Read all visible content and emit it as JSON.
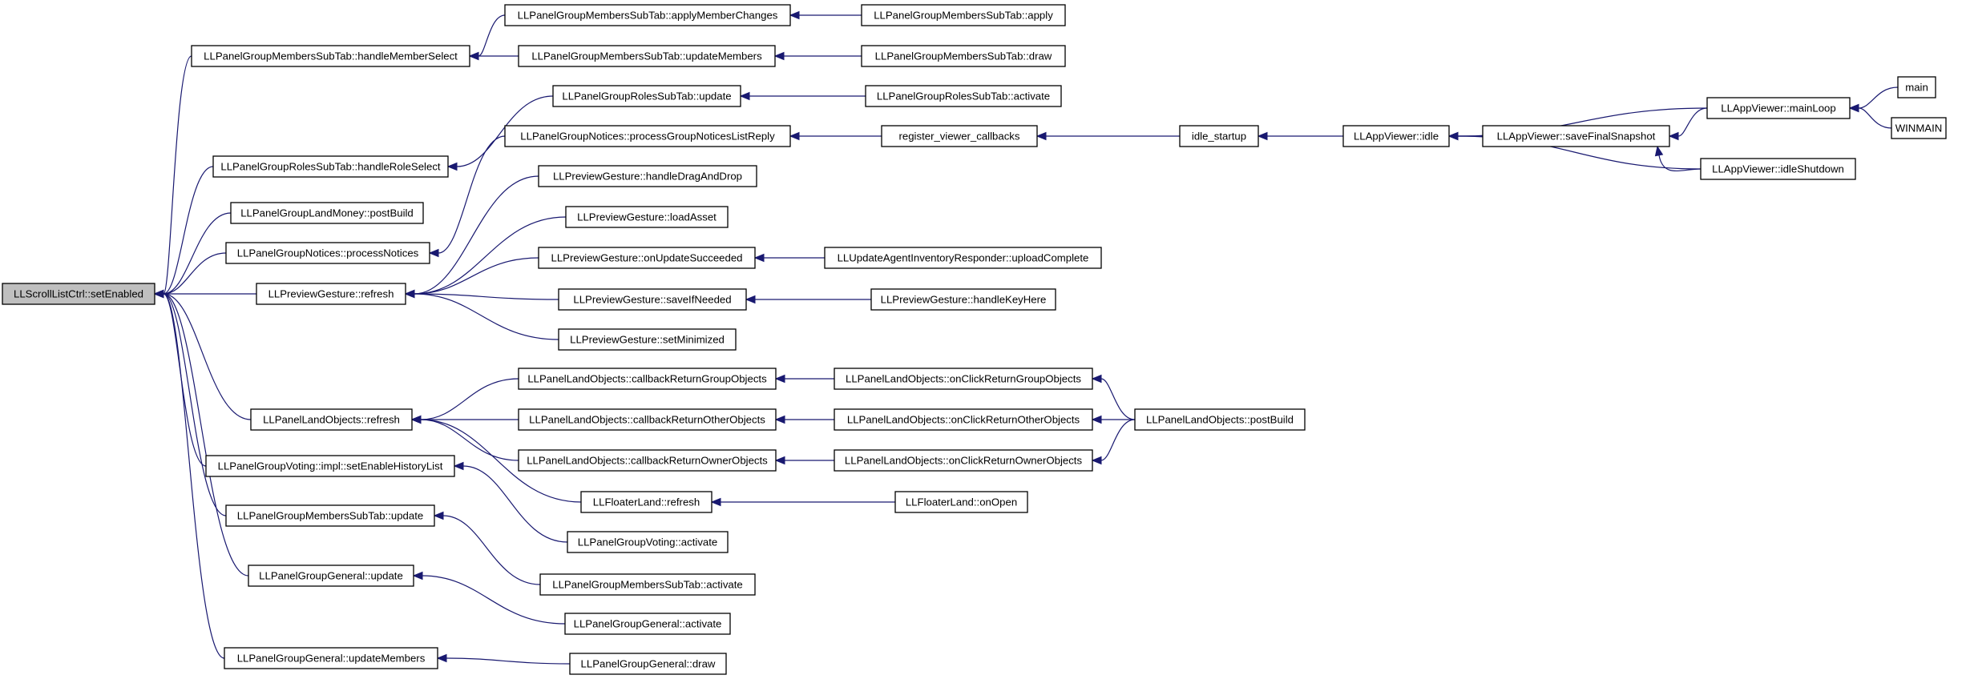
{
  "colors": {
    "edge": "#191970",
    "root_fill": "#bfbfbf",
    "node_fill": "#ffffff",
    "node_border": "#000000"
  },
  "nodes": {
    "n0": "LLScrollListCtrl::setEnabled",
    "n1": "LLPanelGroupMembersSubTab::handleMemberSelect",
    "n2": "LLPanelGroupRolesSubTab::handleRoleSelect",
    "n3": "LLPanelGroupLandMoney::postBuild",
    "n4": "LLPanelGroupNotices::processNotices",
    "n5": "LLPreviewGesture::refresh",
    "n6": "LLPanelLandObjects::refresh",
    "n7": "LLPanelGroupVoting::impl::setEnableHistoryList",
    "n8": "LLPanelGroupMembersSubTab::update",
    "n9": "LLPanelGroupGeneral::update",
    "n10": "LLPanelGroupGeneral::updateMembers",
    "n11": "LLPanelGroupMembersSubTab::applyMemberChanges",
    "n12": "LLPanelGroupMembersSubTab::updateMembers",
    "n13": "LLPanelGroupRolesSubTab::update",
    "n14": "LLPanelGroupNotices::processGroupNoticesListReply",
    "n15": "LLPreviewGesture::handleDragAndDrop",
    "n16": "LLPreviewGesture::loadAsset",
    "n17": "LLPreviewGesture::onUpdateSucceeded",
    "n18": "LLPreviewGesture::saveIfNeeded",
    "n19": "LLPreviewGesture::setMinimized",
    "n20": "LLPanelLandObjects::callbackReturnGroupObjects",
    "n21": "LLPanelLandObjects::callbackReturnOtherObjects",
    "n22": "LLPanelLandObjects::callbackReturnOwnerObjects",
    "n23": "LLFloaterLand::refresh",
    "n24": "LLPanelGroupVoting::activate",
    "n25": "LLPanelGroupMembersSubTab::activate",
    "n26": "LLPanelGroupGeneral::activate",
    "n27": "LLPanelGroupGeneral::draw",
    "n28": "LLPanelGroupMembersSubTab::apply",
    "n29": "LLPanelGroupMembersSubTab::draw",
    "n30": "LLPanelGroupRolesSubTab::activate",
    "n31": "register_viewer_callbacks",
    "n32": "LLUpdateAgentInventoryResponder::uploadComplete",
    "n33": "LLPreviewGesture::handleKeyHere",
    "n34": "LLPanelLandObjects::onClickReturnGroupObjects",
    "n35": "LLPanelLandObjects::onClickReturnOtherObjects",
    "n36": "LLPanelLandObjects::onClickReturnOwnerObjects",
    "n37": "LLFloaterLand::onOpen",
    "n38": "idle_startup",
    "n39": "LLPanelLandObjects::postBuild",
    "n40": "LLAppViewer::idle",
    "n41": "LLAppViewer::saveFinalSnapshot",
    "n42": "LLAppViewer::mainLoop",
    "n43": "LLAppViewer::idleShutdown",
    "n44": "main",
    "n45": "WINMAIN"
  },
  "edges": [
    [
      "n1",
      "n0"
    ],
    [
      "n2",
      "n0"
    ],
    [
      "n3",
      "n0"
    ],
    [
      "n4",
      "n0"
    ],
    [
      "n5",
      "n0"
    ],
    [
      "n6",
      "n0"
    ],
    [
      "n7",
      "n0"
    ],
    [
      "n8",
      "n0"
    ],
    [
      "n9",
      "n0"
    ],
    [
      "n10",
      "n0"
    ],
    [
      "n11",
      "n1"
    ],
    [
      "n12",
      "n1"
    ],
    [
      "n13",
      "n2"
    ],
    [
      "n14",
      "n4"
    ],
    [
      "n15",
      "n5"
    ],
    [
      "n16",
      "n5"
    ],
    [
      "n17",
      "n5"
    ],
    [
      "n18",
      "n5"
    ],
    [
      "n19",
      "n5"
    ],
    [
      "n20",
      "n6"
    ],
    [
      "n21",
      "n6"
    ],
    [
      "n22",
      "n6"
    ],
    [
      "n23",
      "n6"
    ],
    [
      "n24",
      "n7"
    ],
    [
      "n25",
      "n8"
    ],
    [
      "n26",
      "n9"
    ],
    [
      "n27",
      "n10"
    ],
    [
      "n28",
      "n11"
    ],
    [
      "n29",
      "n12"
    ],
    [
      "n30",
      "n13"
    ],
    [
      "n31",
      "n14"
    ],
    [
      "n32",
      "n17"
    ],
    [
      "n33",
      "n18"
    ],
    [
      "n34",
      "n20"
    ],
    [
      "n35",
      "n21"
    ],
    [
      "n36",
      "n22"
    ],
    [
      "n37",
      "n23"
    ],
    [
      "n38",
      "n31"
    ],
    [
      "n39",
      "n34"
    ],
    [
      "n39",
      "n35"
    ],
    [
      "n39",
      "n36"
    ],
    [
      "n40",
      "n38"
    ],
    [
      "n41",
      "n40"
    ],
    [
      "n42",
      "n40"
    ],
    [
      "n43",
      "n40"
    ],
    [
      "n42",
      "n41"
    ],
    [
      "n43",
      "n41"
    ],
    [
      "n44",
      "n42"
    ],
    [
      "n45",
      "n42"
    ]
  ]
}
